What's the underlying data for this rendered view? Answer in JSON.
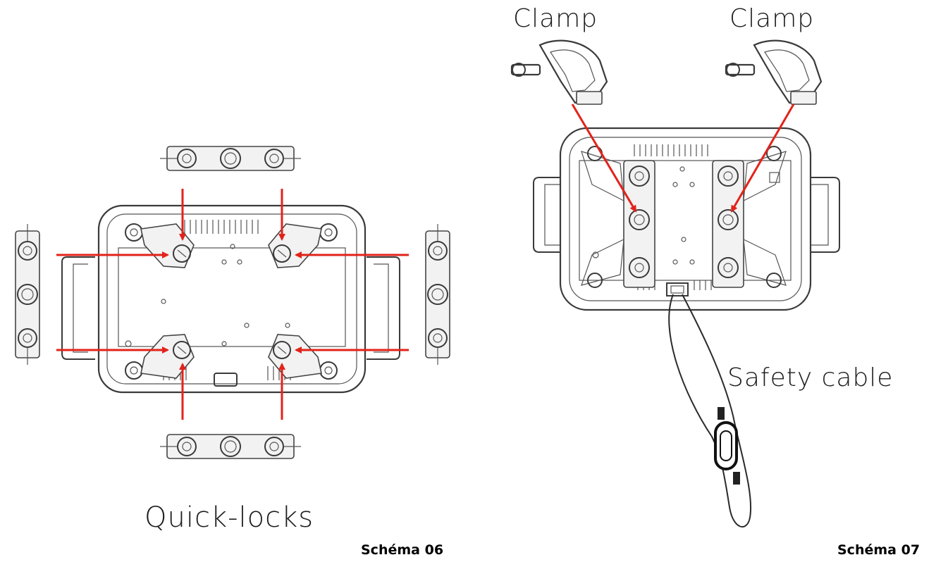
{
  "labels": {
    "clamp_left": "Clamp",
    "clamp_right": "Clamp",
    "safety_cable": "Safety cable",
    "quick_locks": "Quick-locks"
  },
  "captions": {
    "schema_06": "Schéma 06",
    "schema_07": "Schéma 07"
  },
  "colors": {
    "arrow": "#e2231a",
    "line": "#3a3a3a",
    "background": "#ffffff"
  }
}
